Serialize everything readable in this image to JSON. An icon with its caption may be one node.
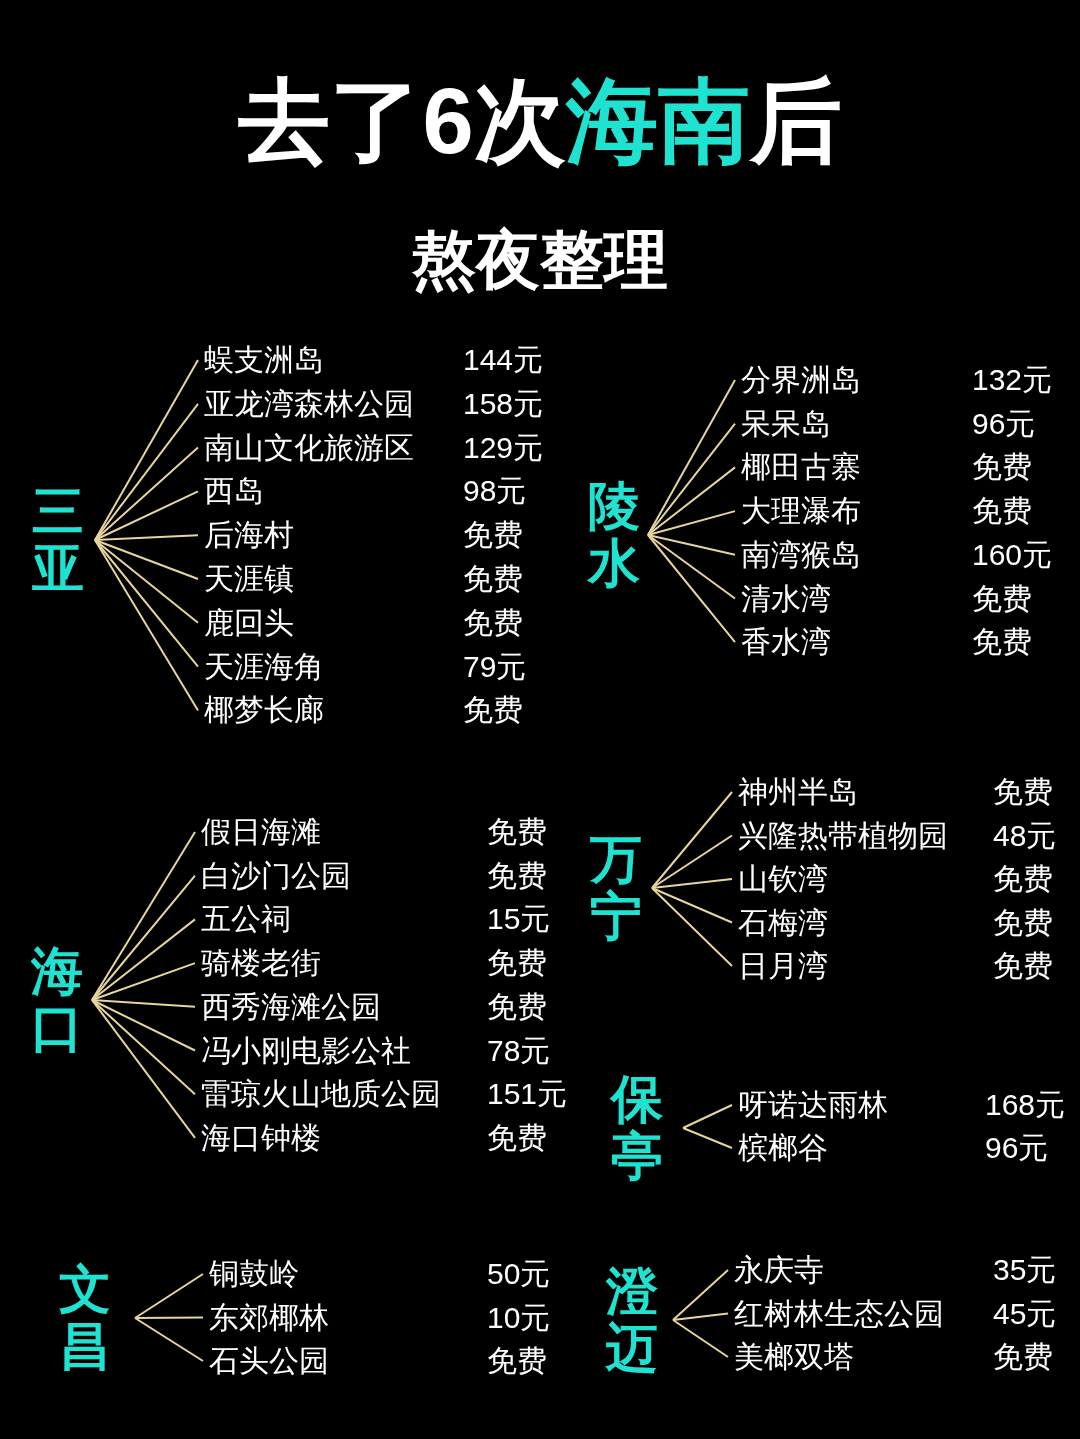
{
  "diagram": {
    "title": "去了6次**海南**后",
    "labels": [
      "熬夜整理"
    ],
    "nodes": [
      {
        "text": [
          "三亚"
        ]
      },
      {
        "text": [
          "蜈支洲岛"
        ],
        "beside": [
          "144元"
        ]
      },
      {
        "text": [
          "亚龙湾森林公园"
        ],
        "beside": [
          "158元"
        ]
      },
      {
        "text": [
          "南山文化旅游区"
        ],
        "beside": [
          "129元"
        ]
      },
      {
        "text": [
          "西岛"
        ],
        "beside": [
          "98元"
        ]
      },
      {
        "text": [
          "后海村"
        ],
        "beside": [
          "免费"
        ]
      },
      {
        "text": [
          "天涯镇"
        ],
        "beside": [
          "免费"
        ]
      },
      {
        "text": [
          "鹿回头"
        ],
        "beside": [
          "免费"
        ]
      },
      {
        "text": [
          "天涯海角"
        ],
        "beside": [
          "79元"
        ]
      },
      {
        "text": [
          "椰梦长廊"
        ],
        "beside": [
          "免费"
        ]
      },
      {
        "text": [
          "陵水"
        ]
      },
      {
        "text": [
          "分界洲岛"
        ],
        "beside": [
          "132元"
        ]
      },
      {
        "text": [
          "呆呆岛"
        ],
        "beside": [
          "96元"
        ]
      },
      {
        "text": [
          "椰田古寨"
        ],
        "beside": [
          "免费"
        ]
      },
      {
        "text": [
          "大理瀑布"
        ],
        "beside": [
          "免费"
        ]
      },
      {
        "text": [
          "南湾猴岛"
        ],
        "beside": [
          "160元"
        ]
      },
      {
        "text": [
          "清水湾"
        ],
        "beside": [
          "免费"
        ]
      },
      {
        "text": [
          "香水湾"
        ],
        "beside": [
          "免费"
        ]
      },
      {
        "text": [
          "海口"
        ]
      },
      {
        "text": [
          "假日海滩"
        ],
        "beside": [
          "免费"
        ]
      },
      {
        "text": [
          "白沙门公园"
        ],
        "beside": [
          "免费"
        ]
      },
      {
        "text": [
          "五公祠"
        ],
        "beside": [
          "15元"
        ]
      },
      {
        "text": [
          "骑楼老街"
        ],
        "beside": [
          "免费"
        ]
      },
      {
        "text": [
          "西秀海滩公园"
        ],
        "beside": [
          "免费"
        ]
      },
      {
        "text": [
          "冯小刚电影公社"
        ],
        "beside": [
          "78元"
        ]
      },
      {
        "text": [
          "雷琼火山地质公园"
        ],
        "beside": [
          "151元"
        ]
      },
      {
        "text": [
          "海口钟楼"
        ],
        "beside": [
          "免费"
        ]
      },
      {
        "text": [
          "万宁"
        ]
      },
      {
        "text": [
          "神州半岛"
        ],
        "beside": [
          "免费"
        ]
      },
      {
        "text": [
          "兴隆热带植物园"
        ],
        "beside": [
          "48元"
        ]
      },
      {
        "text": [
          "山钦湾"
        ],
        "beside": [
          "免费"
        ]
      },
      {
        "text": [
          "石梅湾"
        ],
        "beside": [
          "免费"
        ]
      },
      {
        "text": [
          "日月湾"
        ],
        "beside": [
          "免费"
        ]
      },
      {
        "text": [
          "保亭"
        ]
      },
      {
        "text": [
          "呀诺达雨林"
        ],
        "beside": [
          "168元"
        ]
      },
      {
        "text": [
          "槟榔谷"
        ],
        "beside": [
          "96元"
        ]
      },
      {
        "text": [
          "文昌"
        ]
      },
      {
        "text": [
          "铜鼓岭"
        ],
        "beside": [
          "50元"
        ]
      },
      {
        "text": [
          "东郊椰林"
        ],
        "beside": [
          "10元"
        ]
      },
      {
        "text": [
          "石头公园"
        ],
        "beside": [
          "免费"
        ]
      },
      {
        "text": [
          "澄迈"
        ]
      },
      {
        "text": [
          "永庆寺"
        ],
        "beside": [
          "35元"
        ]
      },
      {
        "text": [
          "红树林生态公园"
        ],
        "beside": [
          "45元"
        ]
      },
      {
        "text": [
          "美榔双塔"
        ],
        "beside": [
          "免费"
        ]
      }
    ],
    "edges": [
      {
        "from": 0,
        "to": 1,
        "arrow": "none"
      },
      {
        "from": 0,
        "to": 2,
        "arrow": "none"
      },
      {
        "from": 0,
        "to": 3,
        "arrow": "none"
      },
      {
        "from": 0,
        "to": 4,
        "arrow": "none"
      },
      {
        "from": 0,
        "to": 5,
        "arrow": "none"
      },
      {
        "from": 0,
        "to": 6,
        "arrow": "none"
      },
      {
        "from": 0,
        "to": 7,
        "arrow": "none"
      },
      {
        "from": 0,
        "to": 8,
        "arrow": "none"
      },
      {
        "from": 0,
        "to": 9,
        "arrow": "none"
      },
      {
        "from": 10,
        "to": 11,
        "arrow": "none"
      },
      {
        "from": 10,
        "to": 12,
        "arrow": "none"
      },
      {
        "from": 10,
        "to": 13,
        "arrow": "none"
      },
      {
        "from": 10,
        "to": 14,
        "arrow": "none"
      },
      {
        "from": 10,
        "to": 15,
        "arrow": "none"
      },
      {
        "from": 10,
        "to": 16,
        "arrow": "none"
      },
      {
        "from": 10,
        "to": 17,
        "arrow": "none"
      },
      {
        "from": 18,
        "to": 19,
        "arrow": "none"
      },
      {
        "from": 18,
        "to": 20,
        "arrow": "none"
      },
      {
        "from": 18,
        "to": 21,
        "arrow": "none"
      },
      {
        "from": 18,
        "to": 22,
        "arrow": "none"
      },
      {
        "from": 18,
        "to": 23,
        "arrow": "none"
      },
      {
        "from": 18,
        "to": 24,
        "arrow": "none"
      },
      {
        "from": 18,
        "to": 25,
        "arrow": "none"
      },
      {
        "from": 18,
        "to": 26,
        "arrow": "none"
      },
      {
        "from": 27,
        "to": 28,
        "arrow": "none"
      },
      {
        "from": 27,
        "to": 29,
        "arrow": "none"
      },
      {
        "from": 27,
        "to": 30,
        "arrow": "none"
      },
      {
        "from": 27,
        "to": 31,
        "arrow": "none"
      },
      {
        "from": 27,
        "to": 32,
        "arrow": "none"
      },
      {
        "from": 33,
        "to": 34,
        "arrow": "none"
      },
      {
        "from": 33,
        "to": 35,
        "arrow": "none"
      },
      {
        "from": 36,
        "to": 37,
        "arrow": "none"
      },
      {
        "from": 36,
        "to": 38,
        "arrow": "none"
      },
      {
        "from": 36,
        "to": 39,
        "arrow": "none"
      },
      {
        "from": 40,
        "to": 41,
        "arrow": "none"
      },
      {
        "from": 40,
        "to": 42,
        "arrow": "none"
      },
      {
        "from": 40,
        "to": 43,
        "arrow": "none"
      }
    ]
  }
}
